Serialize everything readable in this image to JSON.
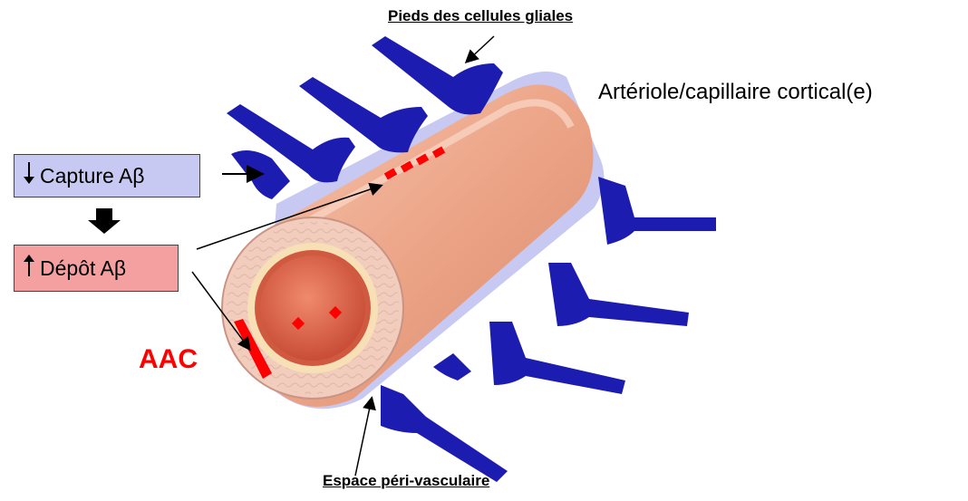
{
  "labels": {
    "glial_feet": "Pieds des cellules gliales",
    "vessel": "Artériole/capillaire cortical(e)",
    "perivascular_space": "Espace péri-vasculaire",
    "caa": "AAC"
  },
  "boxes": {
    "capture": {
      "text": "Capture Aβ",
      "arrow": "down",
      "color": "#c8c9f2"
    },
    "deposit": {
      "text": "Dépôt Aβ",
      "arrow": "up",
      "color": "#f4a0a0"
    }
  },
  "colors": {
    "glial_feet": "#1c1cb0",
    "vessel": "#e9a488",
    "space": "#c8c9f2",
    "deposit": "#ff0000",
    "caa": "#ff0000"
  }
}
